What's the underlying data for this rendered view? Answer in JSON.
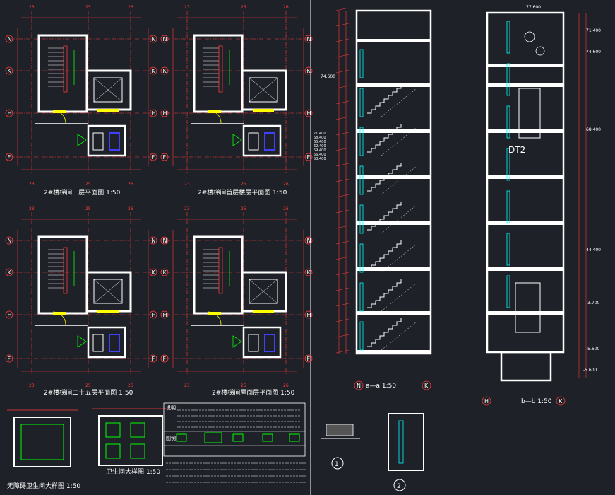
{
  "titles": {
    "plan1": "2#楼梯间一层平面图 1:50",
    "plan2": "2#楼梯间首层楼层平面图 1:50",
    "plan3": "2#楼梯间二十五层平面图 1:50",
    "plan4": "2#楼梯间屋面层平面图 1:50",
    "toilet_big": "无障碍卫生间大样图 1:50",
    "toilet_small": "卫生间大样图 1:50",
    "section_a": "a—a 1:50",
    "section_b": "b—b 1:50",
    "detail1": "1",
    "detail2": "2"
  },
  "axes": {
    "row_labels": [
      "N",
      "K",
      "H",
      "F"
    ],
    "col_labels": [
      "23",
      "25",
      "26"
    ],
    "section_bottom_left": [
      "N",
      "K"
    ],
    "section_bottom_right": [
      "H",
      "K"
    ]
  },
  "elevations": {
    "top_left": "74.600",
    "top_right": "77.600",
    "left_list": [
      "71.400",
      "68.400",
      "65.400",
      "62.400",
      "59.400",
      "56.400",
      "53.400"
    ],
    "right_list": [
      "74.600",
      "71.400",
      "68.400",
      "44.400",
      "-3.700",
      "-5.600"
    ],
    "bottom": "-5.600"
  },
  "labels": {
    "lift": "DT2",
    "notes_header": "说明：",
    "legend_title": "图例"
  }
}
